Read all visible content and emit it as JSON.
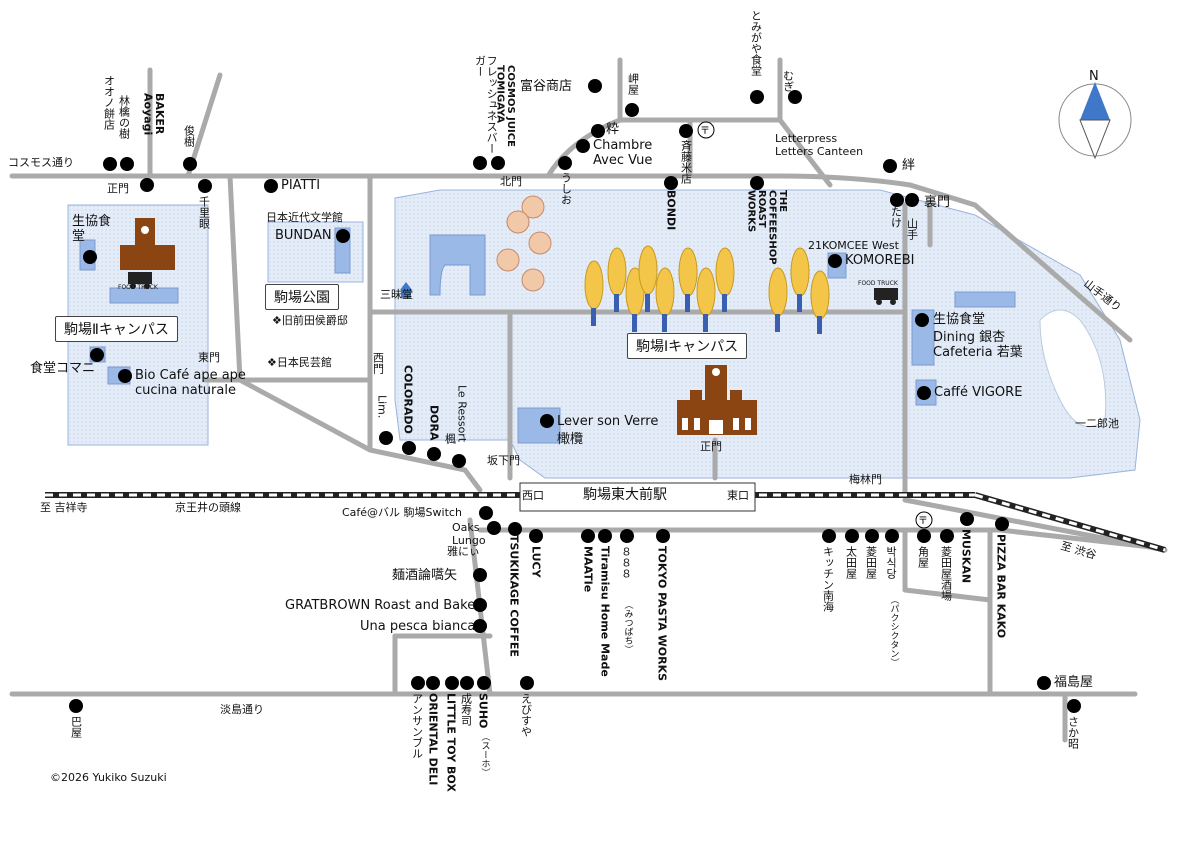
{
  "roads": {
    "cosmos": "コスモス通り",
    "awashima": "淡島通り",
    "yamate": "山手通り",
    "keio_inokashira": "京王井の頭線",
    "to_kichijoji": "至 吉祥寺",
    "to_shibuya": "至 渋谷"
  },
  "station": {
    "name": "駒場東大前駅",
    "west_exit": "西口",
    "east_exit": "東口"
  },
  "campuses": {
    "komaba1": "駒場Ⅰキャンパス",
    "komaba2": "駒場Ⅱキャンパス",
    "park": "駒場公園"
  },
  "gates": {
    "seimon2": "正門",
    "higashimon": "東門",
    "nishimon": "西門",
    "kitamon": "北門",
    "uramon": "裏門",
    "umebayashimon": "梅林門",
    "sakashitamon": "坂下門",
    "seimon1": "正門"
  },
  "landmarks": {
    "kindai": "日本近代文学館",
    "maeda": "❖旧前田侯爵邸",
    "mingeikan": "❖日本民芸館",
    "sanmido": "三昧堂",
    "ichinirou": "一二郎池",
    "foodtruck1": "FOOD TRUCK",
    "foodtruck2": "FOOD TRUCK"
  },
  "places": {
    "kuraimaki": "林檎の樹",
    "oono": "オオノ餅店",
    "baker": "BAKER Aoyagi",
    "shunju": "俊樹",
    "fresh": "フレッシュネスバーガー",
    "cosmos_juice": "COSMOS JUICE TOMIGAYA",
    "tomiya": "富谷商店",
    "misakiya": "岬屋",
    "tomigaya": "とみがや食堂",
    "mugi": "むぎ",
    "kome": "粋",
    "chambre": "Chambre Avec Vue",
    "saito": "斉藤米店",
    "ushio": "うしお",
    "letterpress": "Letterpress Letters Canteen",
    "kizuna": "絆",
    "piatti": "PIATTI",
    "senriagan": "千里眼",
    "coop2": "生協食堂",
    "bundan": "BUNDAN",
    "bondi": "BONDI",
    "coffeeshop": "THE COFFEESHOP ROAST WORKS",
    "komcee": "21KOMCEE West",
    "komorebi": "KOMOREBI",
    "take": "たけ",
    "yamate_shop": "山手",
    "coop1": "生協食堂",
    "ginkyo": "Dining 銀杏 Cafeteria 若葉",
    "vigore": "Caffé VIGORE",
    "komani": "食堂コマニ",
    "bio": "Bio Café ape ape cucina naturale",
    "lever": "Lever son Verre",
    "kanran": "橄欖",
    "colorado": "COLORADO",
    "lim": "Lim.",
    "dora": "DORA",
    "ressort": "Le Ressort",
    "kaede": "楓",
    "cafebal": "Café@バル 駒場Switch",
    "oaks": "Oaks Lungo",
    "miyabi": "雅にぃ",
    "lucy": "LUCY",
    "tsukikage": "TSUKIKAGE COFFEE",
    "mentsuyu": "麺酒論嚆矢",
    "gratbrown": "GRATBROWN Roast and Bake",
    "unapesca": "Una pesca bianca",
    "maatie": "MAATIe",
    "tiramisu": "Tiramisu Home Made",
    "mitsubachi": "８８８",
    "mitsubachi_kana": "（みつばち）",
    "tokyopasta": "TOKYO PASTA WORKS",
    "kitchen": "キッチン南海",
    "ohta": "太田屋",
    "hishida": "菱田屋",
    "paksiktang": "박식당",
    "paksiktang_kana": "（パクシクタン）",
    "kadoya": "角屋",
    "muskan": "MUSKAN",
    "ryosaka": "菱田屋酒場",
    "pizza": "PIZZA BAR KAKO",
    "fukushima": "福島屋",
    "tomoe": "巴屋",
    "ensemble": "アンサンブル",
    "oriental": "ORIENTAL DELI",
    "littletoy": "LITTLE TOY BOX",
    "narimizushi": "成寿司",
    "suho": "SUHO",
    "suho_kana": "（スーホ）",
    "ebisuya": "えびすや",
    "sakaaki": "さか昭"
  },
  "compass": {
    "north": "N"
  },
  "copyright": "©2026 Yukiko Suzuki",
  "colors": {
    "campus": "#dfe8f6",
    "building": "#8fb0e0",
    "tower": "#8b4513",
    "tree": "#f3c548",
    "road": "#aaaaaa"
  }
}
